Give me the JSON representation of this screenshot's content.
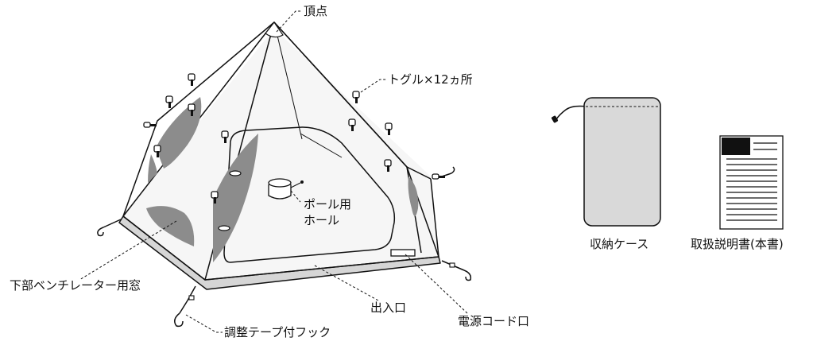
{
  "labels": {
    "apex": "頂点",
    "toggles": "トグル×12ヵ所",
    "pole_hole": [
      "ポール用",
      "ホール"
    ],
    "lower_vent": "下部ベンチレーター用窓",
    "entrance": "出入口",
    "power_cord_port": "電源コード口",
    "adjust_hook": "調整テープ付フック",
    "storage_case": "収納ケース",
    "manual": "取扱説明書(本書)"
  },
  "colors": {
    "outline": "#111111",
    "vent_fill": "#8c8c8c",
    "case_fill": "#d9d9d9",
    "skirt_fill": "#d6d6d6",
    "floor_fill": "#f2f2f2"
  },
  "counts": {
    "toggles": 12
  }
}
